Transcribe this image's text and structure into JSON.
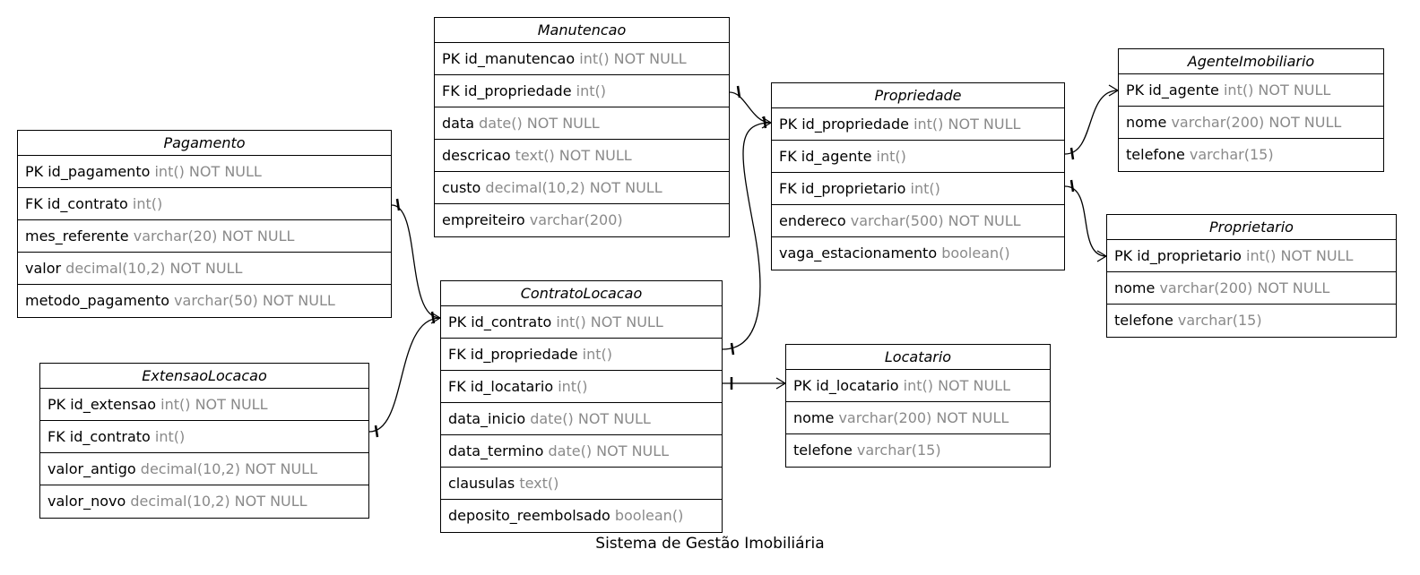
{
  "diagram": {
    "caption": "Sistema de Gestão Imobiliária",
    "entities": {
      "manutencao": {
        "title": "Manutencao",
        "attributes": [
          {
            "name": "PK id_manutencao",
            "type": " int() NOT NULL"
          },
          {
            "name": "FK id_propriedade",
            "type": " int()"
          },
          {
            "name": "data",
            "type": " date() NOT NULL"
          },
          {
            "name": "descricao",
            "type": " text() NOT NULL"
          },
          {
            "name": "custo",
            "type": " decimal(10,2) NOT NULL"
          },
          {
            "name": "empreiteiro",
            "type": " varchar(200)"
          }
        ]
      },
      "pagamento": {
        "title": "Pagamento",
        "attributes": [
          {
            "name": "PK id_pagamento",
            "type": " int() NOT NULL"
          },
          {
            "name": "FK id_contrato",
            "type": " int()"
          },
          {
            "name": "mes_referente",
            "type": " varchar(20) NOT NULL"
          },
          {
            "name": "valor",
            "type": " decimal(10,2) NOT NULL"
          },
          {
            "name": "metodo_pagamento",
            "type": " varchar(50) NOT NULL"
          }
        ]
      },
      "extensao": {
        "title": "ExtensaoLocacao",
        "attributes": [
          {
            "name": "PK id_extensao",
            "type": " int() NOT NULL"
          },
          {
            "name": "FK id_contrato",
            "type": " int()"
          },
          {
            "name": "valor_antigo",
            "type": " decimal(10,2) NOT NULL"
          },
          {
            "name": "valor_novo",
            "type": " decimal(10,2) NOT NULL"
          }
        ]
      },
      "contrato": {
        "title": "ContratoLocacao",
        "attributes": [
          {
            "name": "PK id_contrato",
            "type": " int() NOT NULL"
          },
          {
            "name": "FK id_propriedade",
            "type": " int()"
          },
          {
            "name": "FK id_locatario",
            "type": " int()"
          },
          {
            "name": "data_inicio",
            "type": " date() NOT NULL"
          },
          {
            "name": "data_termino",
            "type": " date() NOT NULL"
          },
          {
            "name": "clausulas",
            "type": " text()"
          },
          {
            "name": "deposito_reembolsado",
            "type": " boolean()"
          }
        ]
      },
      "propriedade": {
        "title": "Propriedade",
        "attributes": [
          {
            "name": "PK id_propriedade",
            "type": " int() NOT NULL"
          },
          {
            "name": "FK id_agente",
            "type": " int()"
          },
          {
            "name": "FK id_proprietario",
            "type": " int()"
          },
          {
            "name": "endereco",
            "type": " varchar(500) NOT NULL"
          },
          {
            "name": "vaga_estacionamento",
            "type": " boolean()"
          }
        ]
      },
      "locatario": {
        "title": "Locatario",
        "attributes": [
          {
            "name": "PK id_locatario",
            "type": " int() NOT NULL"
          },
          {
            "name": "nome",
            "type": " varchar(200) NOT NULL"
          },
          {
            "name": "telefone",
            "type": " varchar(15)"
          }
        ]
      },
      "agente": {
        "title": "AgenteImobiliario",
        "attributes": [
          {
            "name": "PK id_agente",
            "type": " int() NOT NULL"
          },
          {
            "name": "nome",
            "type": " varchar(200) NOT NULL"
          },
          {
            "name": "telefone",
            "type": " varchar(15)"
          }
        ]
      },
      "proprietario": {
        "title": "Proprietario",
        "attributes": [
          {
            "name": "PK id_proprietario",
            "type": " int() NOT NULL"
          },
          {
            "name": "nome",
            "type": " varchar(200) NOT NULL"
          },
          {
            "name": "telefone",
            "type": " varchar(15)"
          }
        ]
      }
    }
  }
}
